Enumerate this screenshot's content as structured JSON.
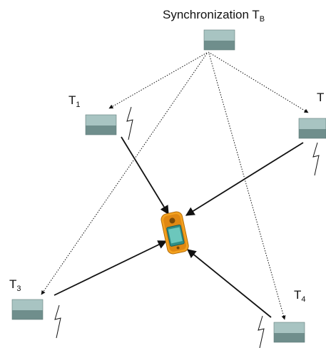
{
  "labels": {
    "sync_text": "Synchronization T",
    "sync_sub": "B",
    "t1_text": "T",
    "t1_sub": "1",
    "t2_text": "T",
    "t3_text": "T",
    "t3_sub": "3",
    "t4_text": "T",
    "t4_sub": "4"
  },
  "colors": {
    "box_front": "#7e9d9b",
    "box_top": "#a8c4c2",
    "box_side": "#5f7b79",
    "arrow": "#111111",
    "device_body": "#f4a21f",
    "device_screen": "#3aa39a"
  },
  "icons": {
    "transmitter": "transmitter-box-icon",
    "signal": "zigzag-signal-icon",
    "receiver": "gps-handheld-icon"
  }
}
